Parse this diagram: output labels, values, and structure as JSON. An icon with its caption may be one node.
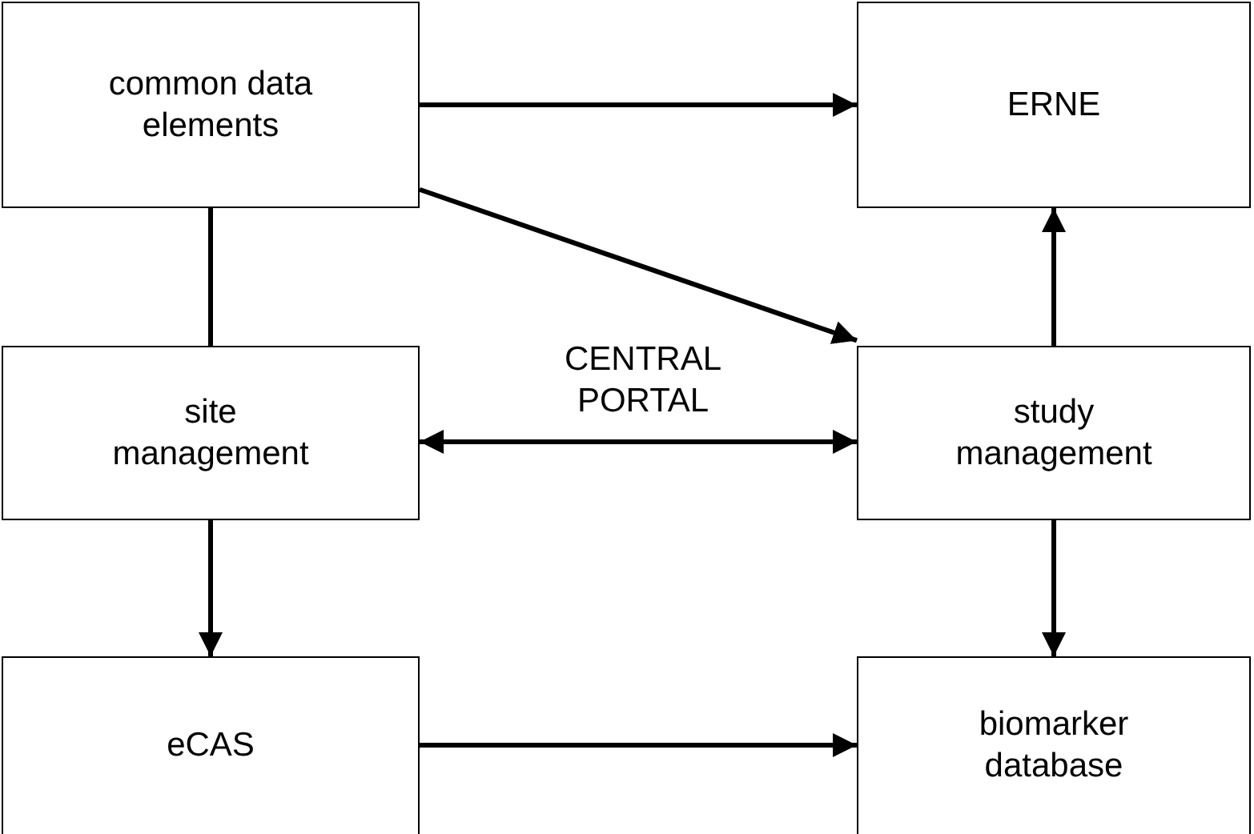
{
  "diagram": {
    "nodes": [
      {
        "text": [
          "common data elements"
        ]
      },
      {
        "text": [
          "ERNE"
        ]
      },
      {
        "text": [
          "site management"
        ]
      },
      {
        "text": [
          "study management"
        ]
      },
      {
        "text": [
          "eCAS"
        ]
      },
      {
        "text": [
          "biomarker database"
        ]
      }
    ],
    "edges": [
      {
        "from": 0,
        "to": 1,
        "arrow": "to"
      },
      {
        "from": 0,
        "to": 3,
        "arrow": "to"
      },
      {
        "from": 0,
        "to": 2,
        "arrow": "none"
      },
      {
        "from": 3,
        "to": 1,
        "arrow": "to"
      },
      {
        "from": 2,
        "to": 3,
        "arrow": "both",
        "label": "CENTRAL PORTAL"
      },
      {
        "from": 2,
        "to": 4,
        "arrow": "to"
      },
      {
        "from": 3,
        "to": 5,
        "arrow": "to"
      },
      {
        "from": 4,
        "to": 5,
        "arrow": "to"
      }
    ]
  }
}
